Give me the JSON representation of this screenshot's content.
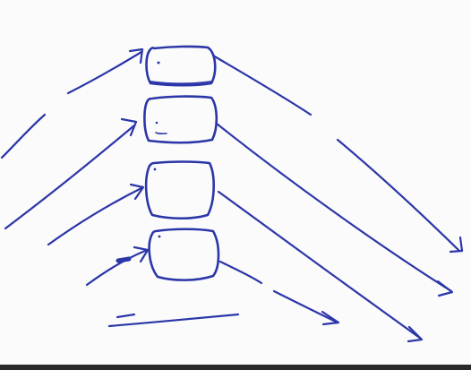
{
  "diagram": {
    "ink_color": "#2b36a8",
    "paper_color": "#fbfbfb",
    "border_color": "#2a2a2a",
    "nodes": [
      {
        "id": "box-1",
        "label": ""
      },
      {
        "id": "box-2",
        "label": ""
      },
      {
        "id": "box-3",
        "label": ""
      },
      {
        "id": "box-4",
        "label": ""
      }
    ]
  }
}
